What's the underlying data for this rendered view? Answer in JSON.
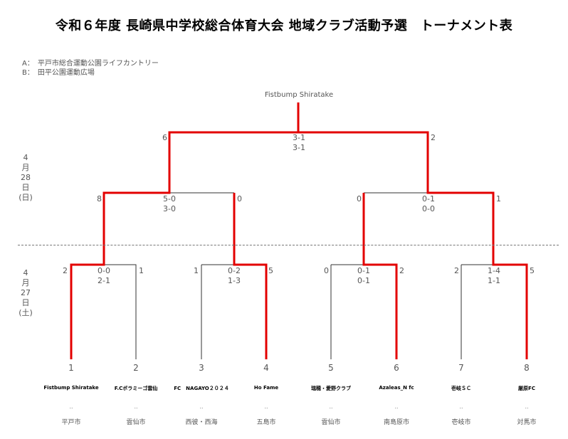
{
  "title": "令和６年度 長崎県中学校総合体育大会 地域クラブ活動予選　トーナメント表",
  "legend": [
    "A：　平戸市総合運動公園ライフカントリー",
    "B：　田平公園運動広場"
  ],
  "champion": "Fistbump Shiratake",
  "dates": {
    "day2": [
      "4",
      "月",
      "28",
      "日",
      "(日)"
    ],
    "day1": [
      "4",
      "月",
      "27",
      "日",
      "(土)"
    ]
  },
  "final": {
    "left": "6",
    "right": "2",
    "score1": "3-1",
    "score2": "3-1"
  },
  "semis": [
    {
      "left": "8",
      "right": "0",
      "score1": "5-0",
      "score2": "3-0"
    },
    {
      "left": "0",
      "right": "1",
      "score1": "0-1",
      "score2": "0-0"
    }
  ],
  "first_round": [
    {
      "left": "2",
      "right": "1",
      "score1": "0-0",
      "score2": "2-1"
    },
    {
      "left": "1",
      "right": "5",
      "score1": "0-2",
      "score2": "1-3"
    },
    {
      "left": "0",
      "right": "2",
      "score1": "0-1",
      "score2": "0-1"
    },
    {
      "left": "2",
      "right": "5",
      "score1": "1-4",
      "score2": "1-1"
    }
  ],
  "teams": [
    {
      "no": "1",
      "name": "Fistbump Shiratake",
      "dots": "..",
      "city": "平戸市"
    },
    {
      "no": "2",
      "name": "F.Cボラミーゴ雲仙",
      "dots": "..",
      "city": "雲仙市"
    },
    {
      "no": "3",
      "name": "FC　NAGAYO２０２４",
      "dots": "..",
      "city": "西彼・西海"
    },
    {
      "no": "4",
      "name": "Ho Fame",
      "dots": "..",
      "city": "五島市"
    },
    {
      "no": "5",
      "name": "瑞穂・愛野クラブ",
      "dots": "..",
      "city": "雲仙市"
    },
    {
      "no": "6",
      "name": "Azaleas_N fc",
      "dots": "..",
      "city": "南島原市"
    },
    {
      "no": "7",
      "name": "壱岐ＳＣ",
      "dots": "..",
      "city": "壱岐市"
    },
    {
      "no": "8",
      "name": "厳原FC",
      "dots": "..",
      "city": "対馬市"
    }
  ],
  "colors": {
    "winner": "#e30000",
    "line": "#333333"
  }
}
